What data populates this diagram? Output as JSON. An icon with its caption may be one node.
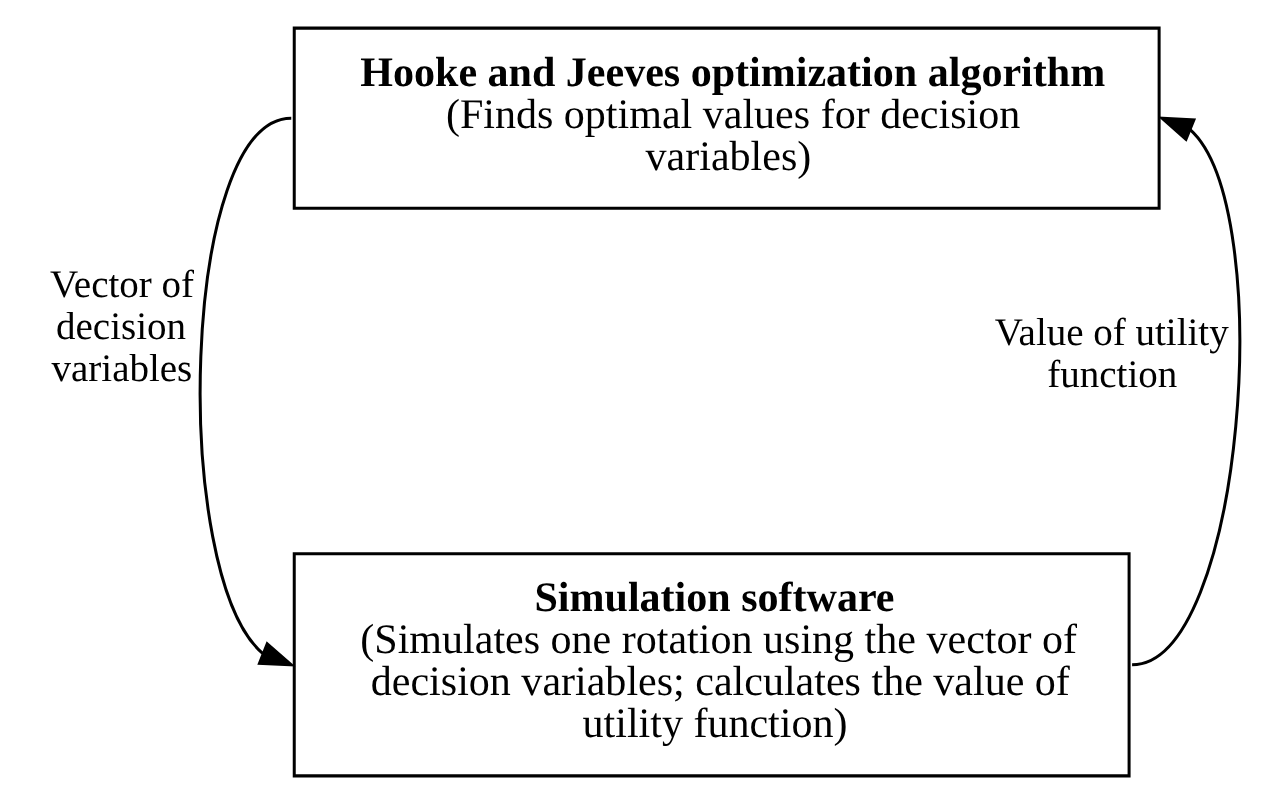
{
  "diagram": {
    "nodes": [
      {
        "text": [
          "Hooke and Jeeves optimization algorithm",
          "(Finds optimal values for decision variables)"
        ]
      },
      {
        "text": [
          "Simulation software",
          "(Simulates one rotation using the vector of decision variables; calculates the value of utility function)"
        ]
      }
    ],
    "edges": [
      {
        "from": 0,
        "to": 1,
        "arrow": "to",
        "label": "Vector of decision variables"
      },
      {
        "from": 1,
        "to": 0,
        "arrow": "to",
        "label": "Value of utility function"
      }
    ]
  }
}
